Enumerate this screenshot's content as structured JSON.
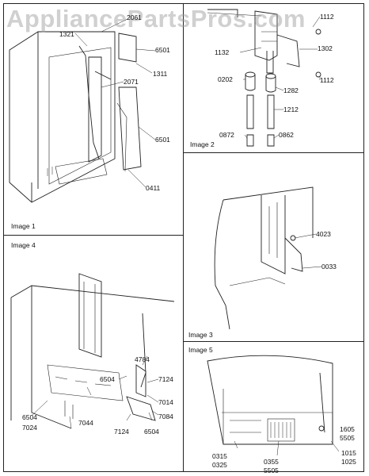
{
  "watermark": "AppliancePartsPros.com",
  "panels": [
    {
      "id": "image1",
      "title": "Image 1"
    },
    {
      "id": "image2",
      "title": "Image 2"
    },
    {
      "id": "image3",
      "title": "Image 3"
    },
    {
      "id": "image4",
      "title": "Image 4"
    },
    {
      "id": "image5",
      "title": "Image 5"
    }
  ],
  "labels": {
    "p1": [
      "2061",
      "1321",
      "6501",
      "1311",
      "2071",
      "6501",
      "0411"
    ],
    "p2": [
      "1112",
      "1132",
      "1302",
      "0202",
      "1282",
      "1112",
      "1212",
      "0872",
      "0862"
    ],
    "p3": [
      "4023",
      "0033"
    ],
    "p4": [
      "4784",
      "7124",
      "7014",
      "7084",
      "6504",
      "6504",
      "7024",
      "7044",
      "7124",
      "6504"
    ],
    "p5": [
      "1605",
      "5505",
      "1015",
      "1025",
      "0315",
      "0325",
      "0355",
      "5505"
    ]
  },
  "colors": {
    "line": "#222222",
    "watermark": "#969696"
  }
}
